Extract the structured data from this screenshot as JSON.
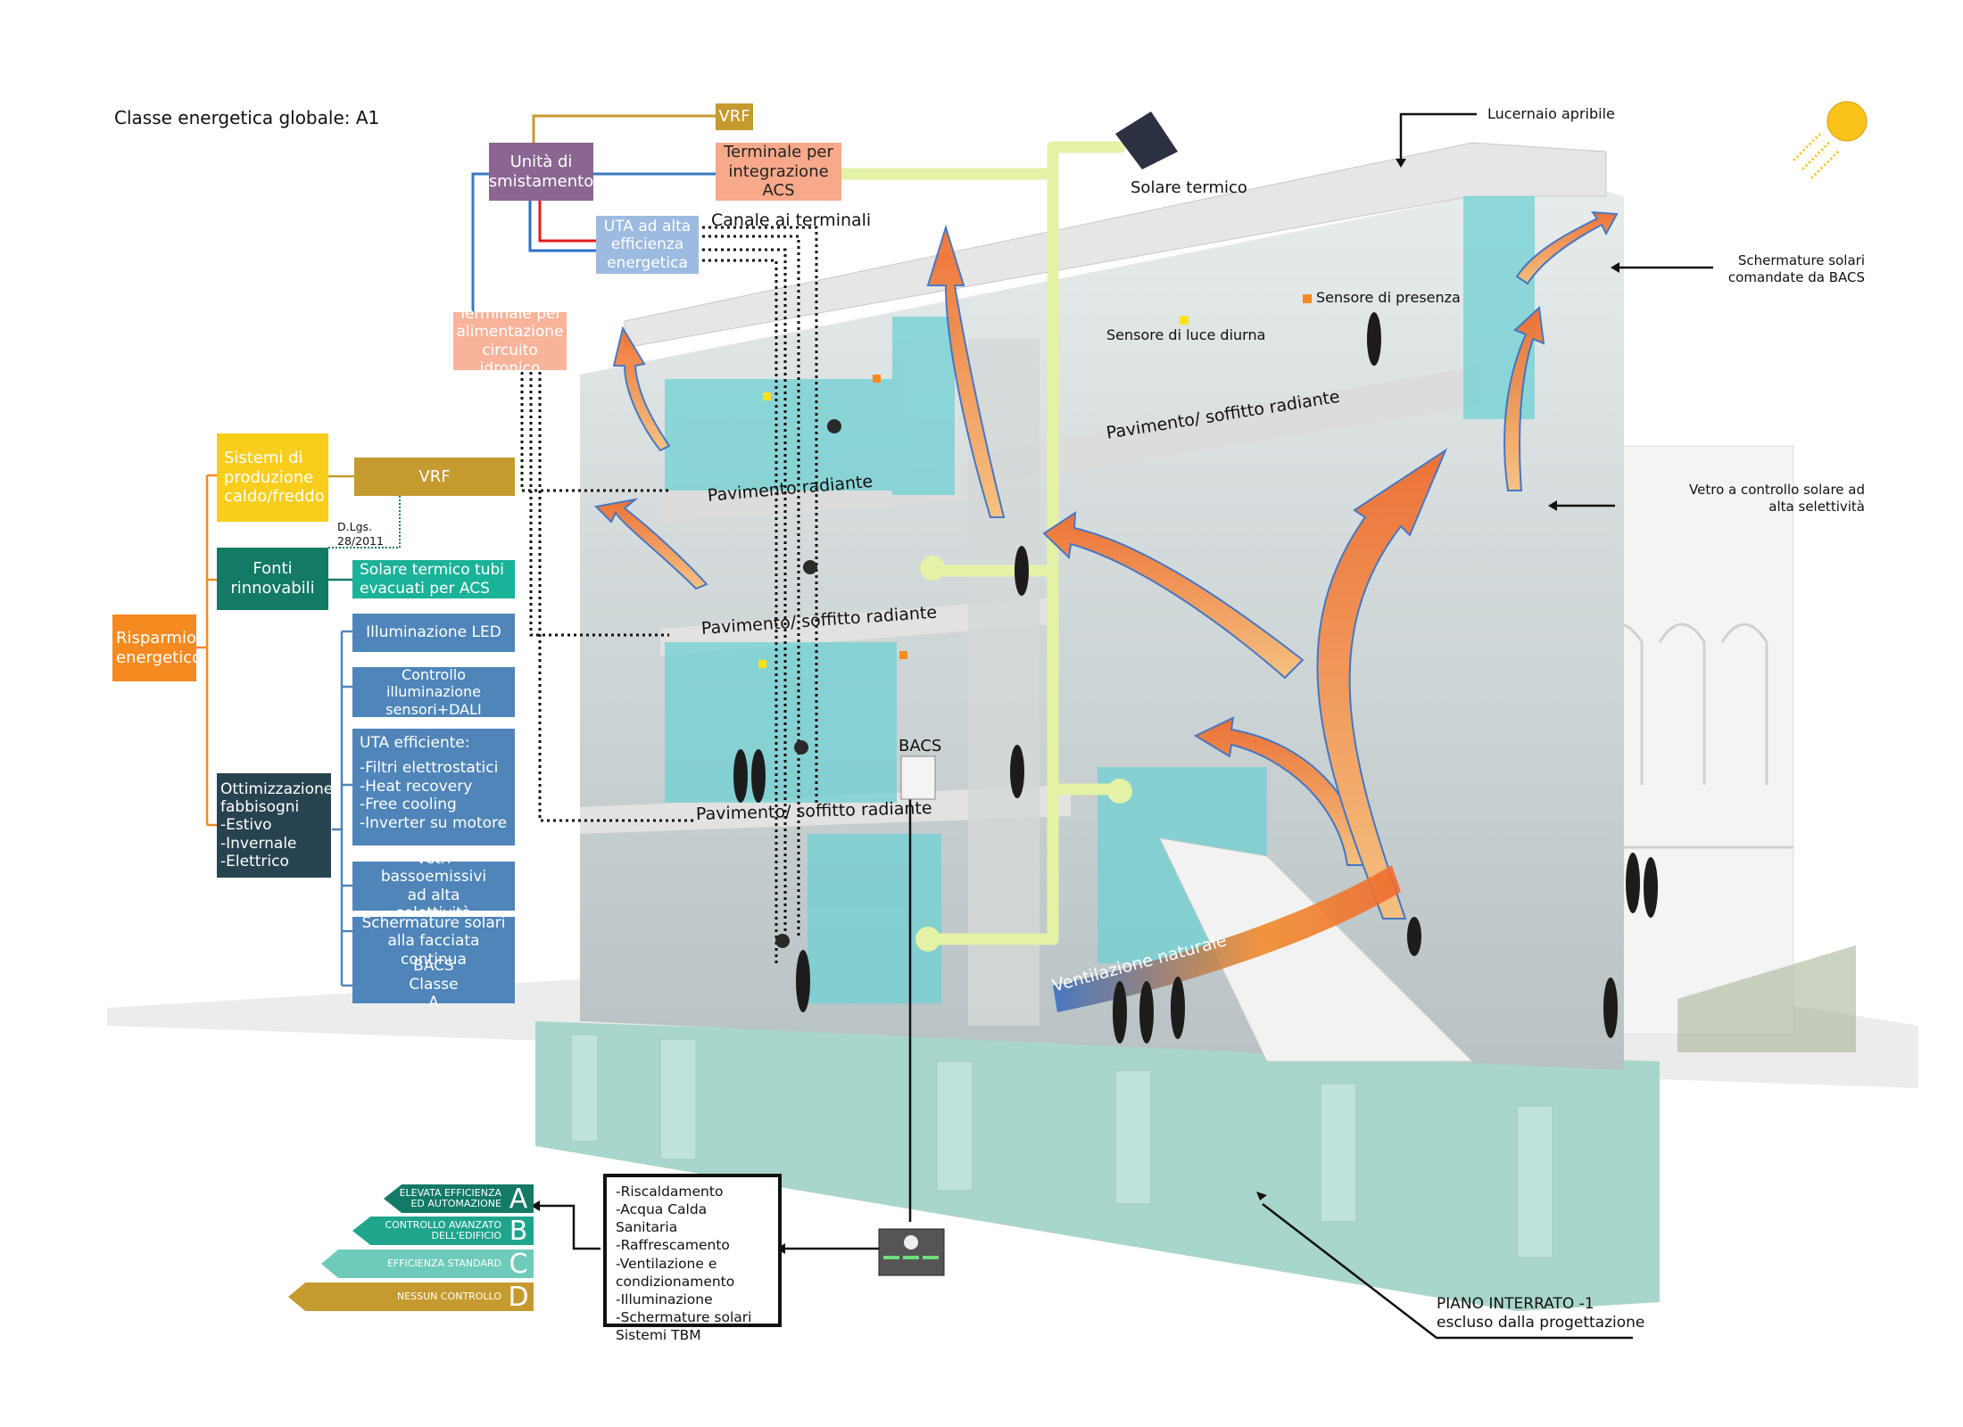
{
  "title": "Classe energetica globale: A1",
  "colors": {
    "vrf": "#c59a2e",
    "unita": "#8a6691",
    "terminale_acs": "#f7a98a",
    "uta": "#9dbbe0",
    "terminale_idronico": "#f7b49a",
    "risparmio": "#f58a20",
    "sistemi": "#f9cd1c",
    "fonti": "#137a66",
    "solare_acs": "#1ab299",
    "ottimizzazione_items": "#4f85b8",
    "ottimizzazione": "#27434f",
    "class_a": "#137a66",
    "class_b": "#1ea58c",
    "class_c": "#6fcbb9",
    "class_d": "#c59a2e",
    "basement": "#a9d6cc",
    "glass": "#6fd0d3",
    "pipe_green": "#e3f2a6",
    "sun": "#f9c31a"
  },
  "top_scheme": {
    "vrf": "VRF",
    "unita": "Unità di smistamento",
    "terminale_acs": "Terminale per integrazione ACS",
    "uta": "UTA ad alta efficienza energetica",
    "canale": "Canale ai terminali",
    "terminale_idronico": "Terminale per alimentazione circuito idronico"
  },
  "tree": {
    "root": "Risparmio energetico",
    "sistemi": "Sistemi di produzione caldo/freddo",
    "vrf": "VRF",
    "dlgs": "D.Lgs. 28/2011",
    "fonti": "Fonti rinnovabili",
    "solare_acs": "Solare termico  tubi evacuati per ACS",
    "ottimizzazione": [
      "Ottimizzazione",
      "fabbisogni",
      "-Estivo",
      "-Invernale",
      "-Elettrico"
    ],
    "items": {
      "led": "Illuminazione LED",
      "controllo": "Controllo illuminazione sensori+DALI",
      "uta_title": "UTA efficiente:",
      "uta_lines": [
        "-Filtri elettrostatici",
        "-Heat recovery",
        "-Free cooling",
        "-Inverter su motore"
      ],
      "vetri": "Vetri bassoemissivi ad alta selettività",
      "schermature": "Schermature solari alla facciata continua",
      "bacs": "BACS Classe A"
    }
  },
  "building_labels": {
    "solare_termico": "Solare termico",
    "lucernaio": "Lucernaio apribile",
    "schermature_bacs": "Schermature solari comandate da BACS",
    "sensore_presenza": "Sensore di presenza",
    "sensore_luce": "Sensore di luce diurna",
    "vetro_controllo": "Vetro a controllo solare ad alta selettività",
    "floor_top_left": "Pavimento radiante",
    "floor_top_right": "Pavimento/ soffitto radiante",
    "floor_mid": "Pavimento/ soffitto radiante",
    "floor_low": "Pavimento/ soffitto radiante",
    "bacs": "BACS",
    "ventilazione": "Ventilazione naturale",
    "piano_interrato_1": "PIANO INTERRATO -1",
    "piano_interrato_2": "escluso dalla progettazione"
  },
  "energy_classes": [
    {
      "letter": "A",
      "line1": "ELEVATA EFFICIENZA",
      "line2": "ED AUTOMAZIONE"
    },
    {
      "letter": "B",
      "line1": "CONTROLLO AVANZATO",
      "line2": "DELL'EDIFICIO"
    },
    {
      "letter": "C",
      "line1": "EFFICIENZA STANDARD",
      "line2": ""
    },
    {
      "letter": "D",
      "line1": "NESSUN CONTROLLO",
      "line2": ""
    }
  ],
  "tbm_list": [
    "-Riscaldamento",
    "-Acqua Calda Sanitaria",
    "-Raffrescamento",
    "-Ventilazione e",
    "condizionamento",
    "-Illuminazione",
    "-Schermature solari",
    "Sistemi TBM"
  ]
}
